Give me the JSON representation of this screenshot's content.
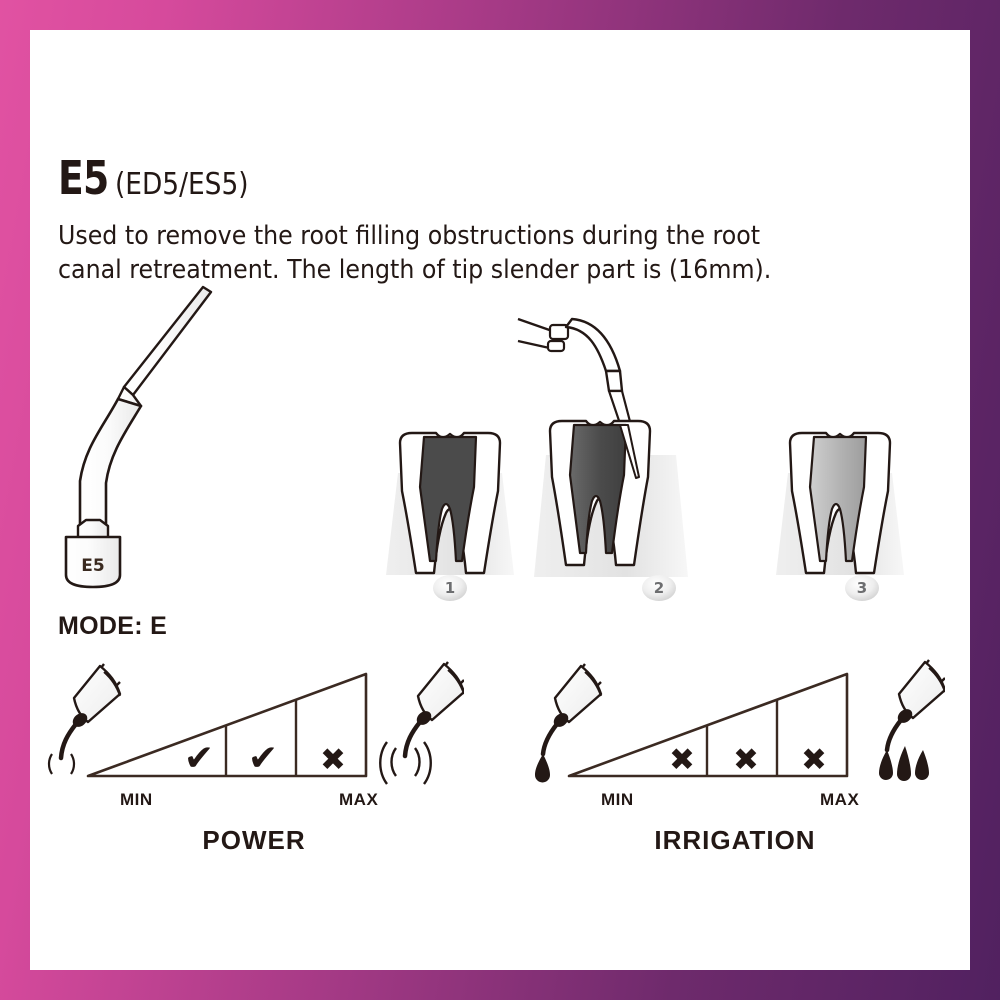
{
  "product": {
    "code": "E5",
    "variants": "(ED5/ES5)",
    "tip_label": "E5",
    "description": "Used to remove the root filling obstructions during the root canal retreatment. The length of tip slender part is (16mm)."
  },
  "mode": {
    "label": "MODE: E"
  },
  "steps": [
    {
      "number": "1",
      "name": "root-filled-tooth"
    },
    {
      "number": "2",
      "name": "tip-inserted-in-canal"
    },
    {
      "number": "3",
      "name": "cleaned-canal"
    }
  ],
  "scales": [
    {
      "id": "power",
      "caption": "POWER",
      "min_label": "MIN",
      "max_label": "MAX",
      "marks": [
        "check",
        "check",
        "cross"
      ],
      "left_icon": "handpiece-low-vibration-icon",
      "right_icon": "handpiece-high-vibration-icon"
    },
    {
      "id": "irrigation",
      "caption": "IRRIGATION",
      "min_label": "MIN",
      "max_label": "MAX",
      "marks": [
        "cross",
        "cross",
        "cross"
      ],
      "left_icon": "handpiece-single-drop-icon",
      "right_icon": "handpiece-triple-drop-icon"
    }
  ],
  "glyphs": {
    "check": "✔",
    "cross": "✖"
  },
  "colors": {
    "ink": "#231815",
    "badge_text": "#6d6e70",
    "border_start": "#e152a2",
    "border_end": "#512160",
    "canvas": "#ffffff",
    "canal_dark": "#4b4b4b",
    "canal_light": "#b9b9b9"
  }
}
